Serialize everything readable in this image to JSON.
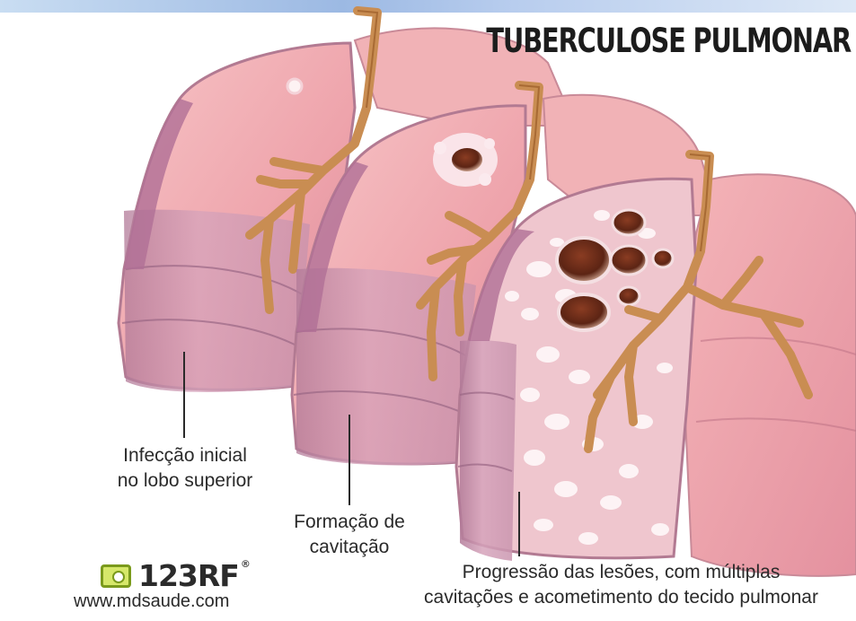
{
  "title": "TUBERCULOSE PULMONAR",
  "stages": [
    {
      "label_lines": [
        "Infecção inicial",
        "no lobo superior"
      ]
    },
    {
      "label_lines": [
        "Formação de",
        "cavitação"
      ]
    },
    {
      "label_lines": [
        "Progressão das lesões, com múltiplas",
        "cavitações e acometimento do tecido pulmonar"
      ]
    }
  ],
  "logo": {
    "text": "123RF",
    "reg_mark": "®",
    "icon": "camera-icon"
  },
  "website": "www.mdsaude.com",
  "colors": {
    "lung_fill": "#f0a8ae",
    "lung_shade": "#b4708c",
    "bronchi": "#c98d52",
    "cavity": "#5c2414",
    "lesion": "#fbeaee"
  }
}
